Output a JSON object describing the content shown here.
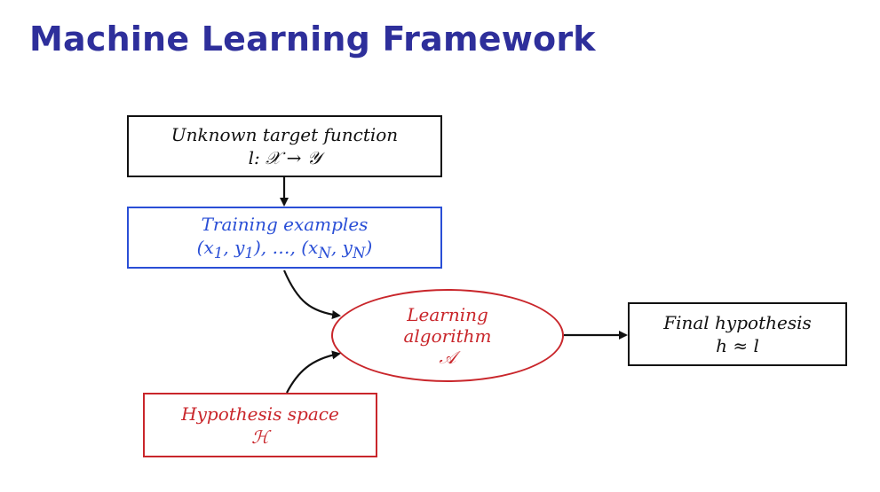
{
  "title": "Machine Learning Framework",
  "nodes": {
    "target": {
      "line1": "Unknown target function",
      "line2": "l: 𝒳 → 𝒴"
    },
    "training": {
      "line1": "Training examples",
      "line2": "(x₁, y₁), …, (x_N, y_N)"
    },
    "algorithm": {
      "line1": "Learning",
      "line2": "algorithm",
      "line3": "𝒜"
    },
    "hypothesis_space": {
      "line1": "Hypothesis space",
      "line2": "ℋ"
    },
    "final": {
      "line1": "Final hypothesis",
      "line2": "h ≈ l"
    }
  },
  "colors": {
    "title": "#2e2f9b",
    "training": "#2a4fd6",
    "algorithm": "#c9262b",
    "neutral": "#111111"
  }
}
